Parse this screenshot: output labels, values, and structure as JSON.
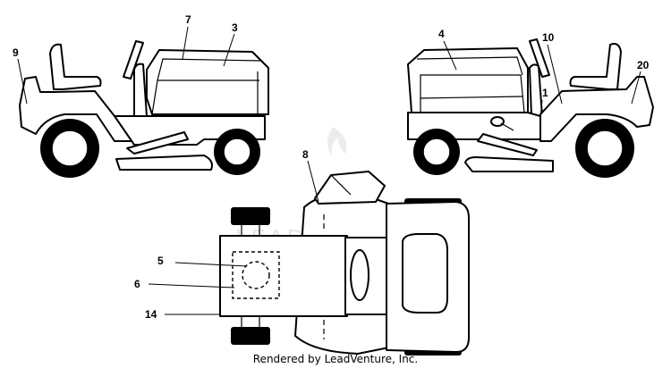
{
  "callouts": {
    "c1": "1",
    "c3": "3",
    "c4": "4",
    "c5": "5",
    "c6": "6",
    "c7": "7",
    "c8": "8",
    "c9": "9",
    "c10": "10",
    "c14": "14",
    "c20": "20"
  },
  "watermark": "LEADVENTURE",
  "footer": "Rendered by LeadVenture, Inc."
}
